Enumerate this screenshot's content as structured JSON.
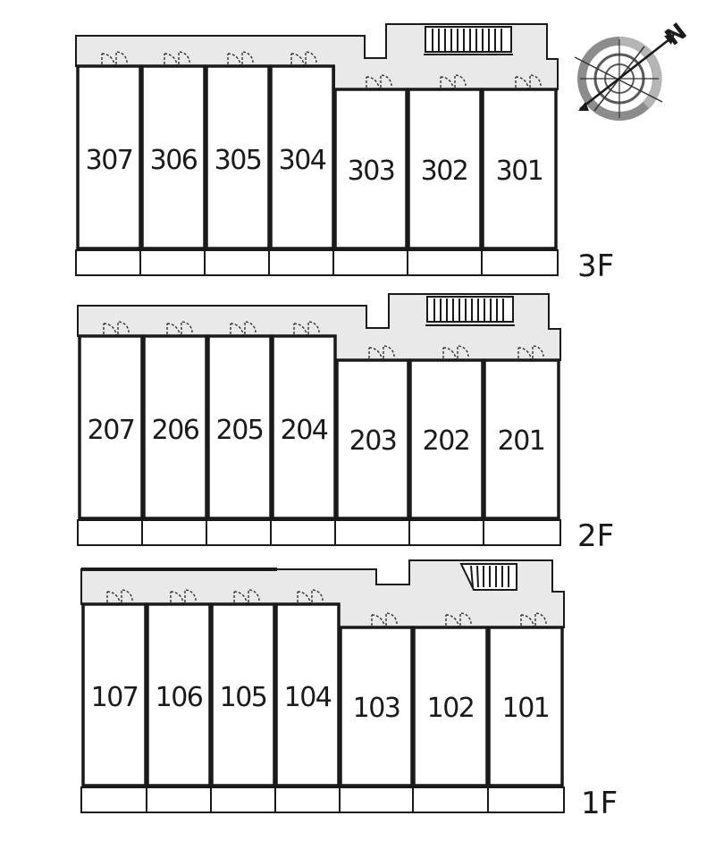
{
  "floors": [
    {
      "label": "3F",
      "back_rooms": [
        "307",
        "306",
        "305",
        "304"
      ],
      "front_rooms": [
        "303",
        "302",
        "301"
      ]
    },
    {
      "label": "2F",
      "back_rooms": [
        "207",
        "206",
        "205",
        "204"
      ],
      "front_rooms": [
        "203",
        "202",
        "201"
      ]
    },
    {
      "label": "1F",
      "back_rooms": [
        "107",
        "106",
        "105",
        "104"
      ],
      "front_rooms": [
        "103",
        "102",
        "101"
      ]
    }
  ],
  "compass": {
    "north_label": "N"
  },
  "colors": {
    "corridor_fill": "#e9e9e9",
    "line": "#1a1a1a",
    "compass_ring": "#8c8c8c"
  }
}
